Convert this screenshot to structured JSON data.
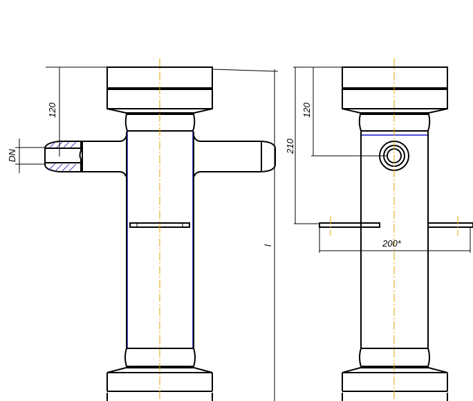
{
  "dimensions": {
    "front_branch_height": "120",
    "nominal_diameter": "DN",
    "length": "l",
    "side_total_height": "210",
    "side_branch_height": "120",
    "plate_width": "200*"
  },
  "colors": {
    "outline": "#000000",
    "inner_edge": "#1010d0",
    "centerline": "#e0a000"
  }
}
